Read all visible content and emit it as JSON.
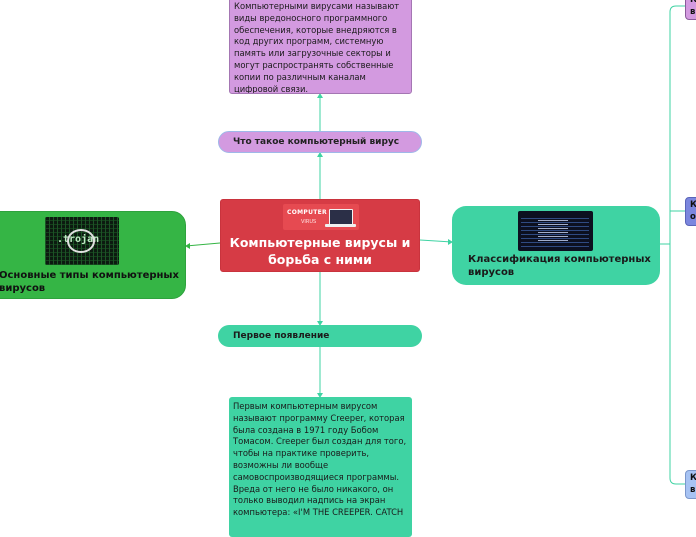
{
  "root": {
    "title": "Компьютерные вирусы и борьба с ними",
    "thumb_line1": "COMPUTER",
    "thumb_line2": "VIRUS",
    "thumb_icon": "laptop-virus-icon"
  },
  "what_is": {
    "label": "Что такое компьютерный вирус",
    "description": "Компьютерными вирусами называют виды вредоносного программного обеспечения, которые внедряются в код других программ, системную память или загрузочные секторы и могут распространять собственные копии по различным каналам цифровой связи."
  },
  "first_appearance": {
    "label": "Первое появление",
    "description": "Первым компьютерным вирусом называют программу Creeper, которая была создана в 1971 году Бобом Томасом. Creeper был создан для того, чтобы на практике проверить, возможны ли вообще самовоспроизводящиеся программы. Вреда от него не было никакого, он только выводил надпись на экран компьютера: «I'M THE CREEPER. CATCH"
  },
  "types": {
    "label": "Основные типы компьютерных вирусов",
    "thumb_text": ".trojan",
    "thumb_icon": "magnifier-trojan-icon"
  },
  "classification": {
    "label": "Классификация компьютерных вирусов",
    "thumb_icon": "code-screen-icon"
  },
  "right_edge": [
    {
      "label": "К в"
    },
    {
      "label": "К о"
    },
    {
      "label": "К в"
    }
  ],
  "colors": {
    "root": "#d63b45",
    "purple": "#d39ae0",
    "teal": "#3fd3a3",
    "green": "#35b545",
    "link_teal": "#3fd3a3",
    "link_green": "#35b545",
    "link_purple": "#c892d4"
  }
}
